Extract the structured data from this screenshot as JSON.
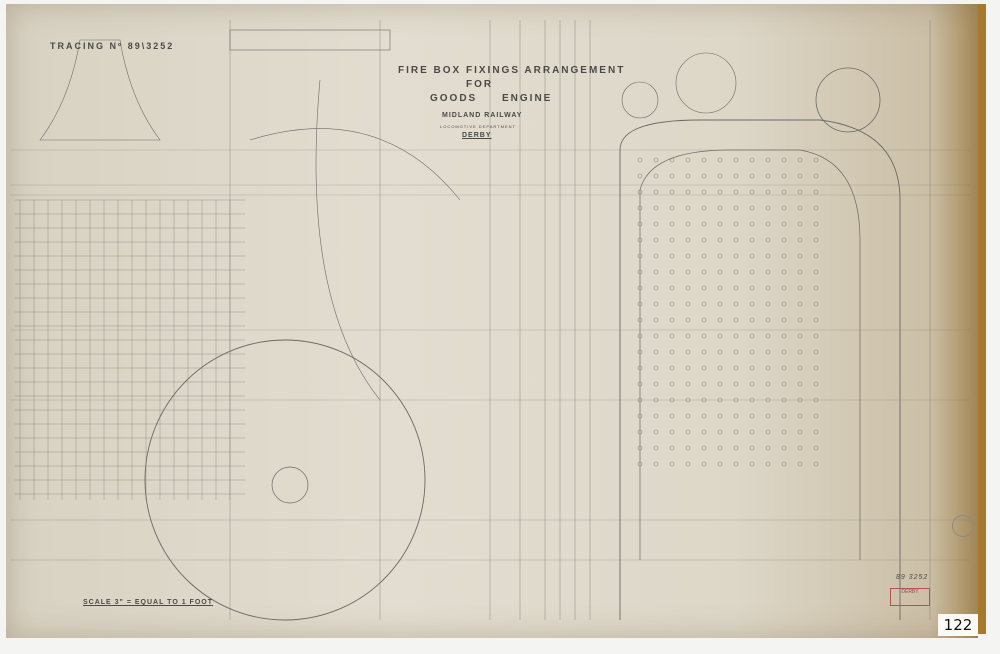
{
  "tracing_label": "TRACING Nº 89\\3252",
  "title": {
    "line1": "FIRE BOX FIXINGS ARRANGEMENT",
    "line2": "FOR",
    "line3": "GOODS ENGINE",
    "railway": "MIDLAND RAILWAY",
    "department": "LOCOMOTIVE DEPARTMENT",
    "place": "DERBY"
  },
  "scale": "SCALE 3\" = EQUAL TO 1 FOOT",
  "drawing_number": "89 3252",
  "stamp_text": "DERBY",
  "page_number": "122",
  "colors": {
    "paper": "#ddd7c8",
    "ink": "#5a5a58",
    "stamp": "#a04848",
    "tape": "#a67a2c"
  }
}
